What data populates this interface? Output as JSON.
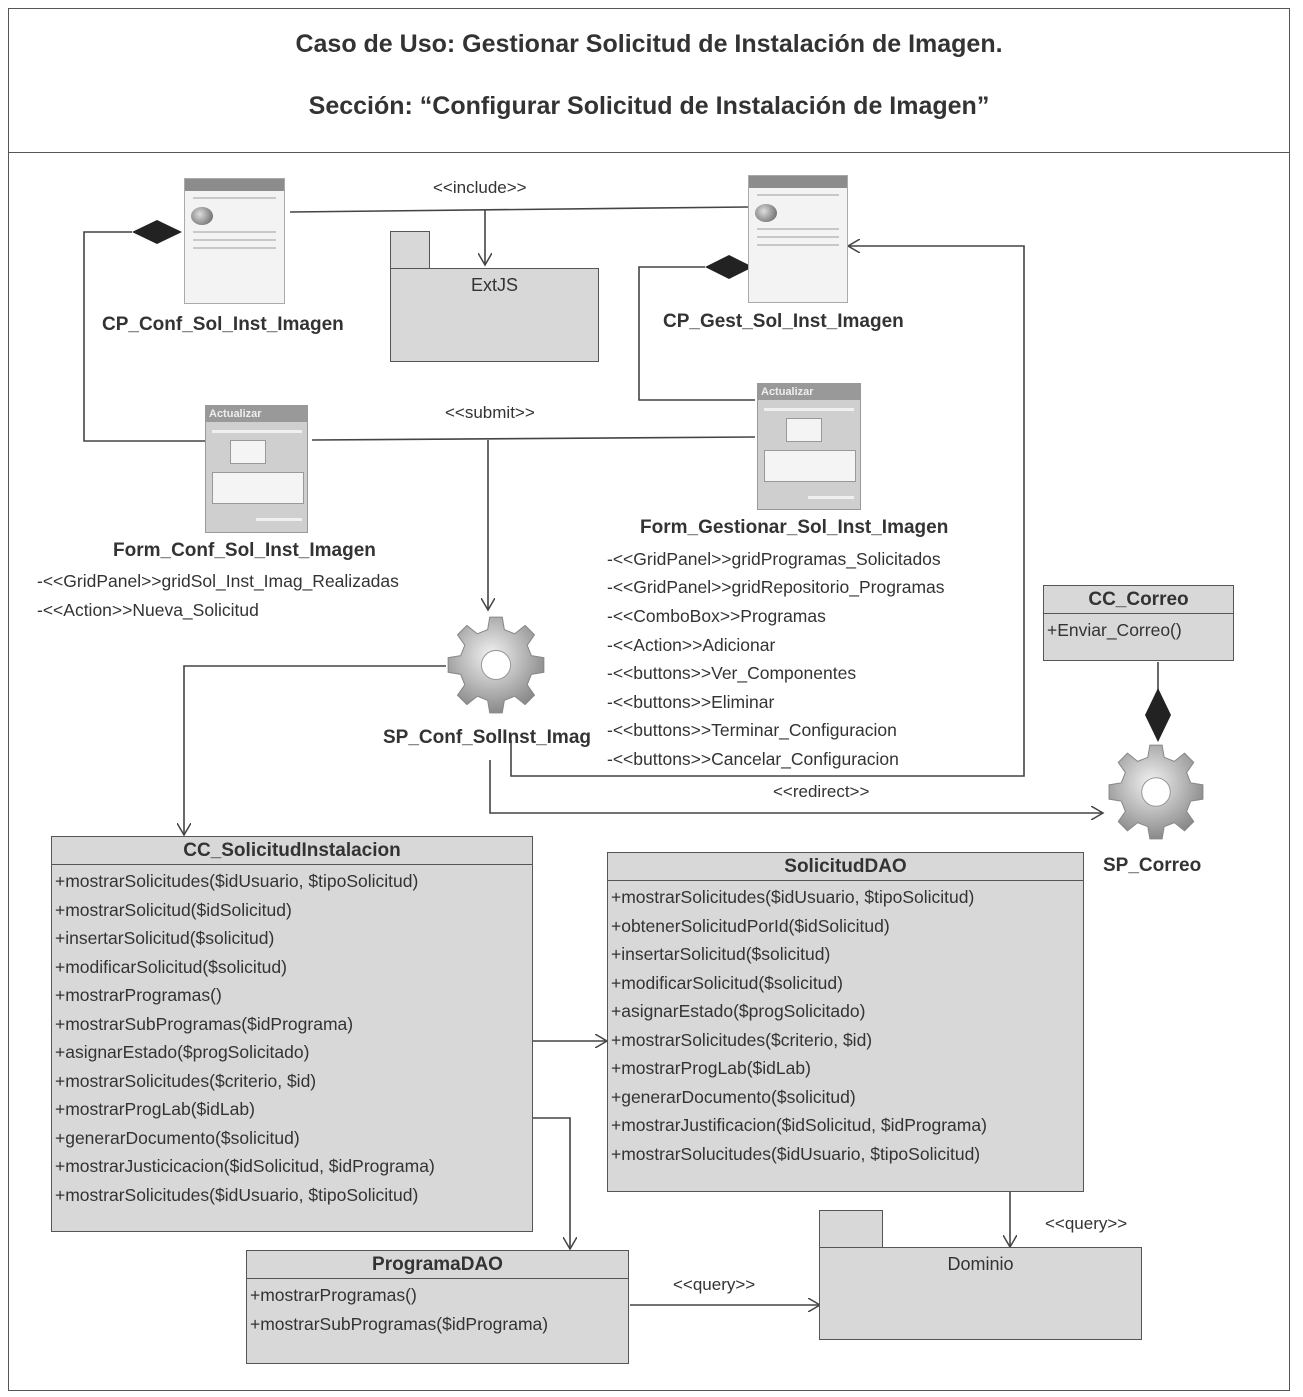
{
  "header": {
    "title": "Caso de Uso: Gestionar Solicitud de Instalación de Imagen.",
    "section": "Sección: “Configurar Solicitud de Instalación de Imagen”"
  },
  "pages": {
    "conf": "CP_Conf_Sol_Inst_Imagen",
    "gest": "CP_Gest_Sol_Inst_Imagen"
  },
  "forms": {
    "conf": {
      "name": "Form_Conf_Sol_Inst_Imagen",
      "icon_title": "Actualizar",
      "attributes": [
        "-<<GridPanel>>gridSol_Inst_Imag_Realizadas",
        "-<<Action>>Nueva_Solicitud"
      ]
    },
    "gest": {
      "name": "Form_Gestionar_Sol_Inst_Imagen",
      "icon_title": "Actualizar",
      "attributes": [
        "-<<GridPanel>>gridProgramas_Solicitados",
        "-<<GridPanel>>gridRepositorio_Programas",
        "-<<ComboBox>>Programas",
        "-<<Action>>Adicionar",
        "-<<buttons>>Ver_Componentes",
        "-<<buttons>>Eliminar",
        "-<<buttons>>Terminar_Configuracion",
        "-<<buttons>>Cancelar_Configuracion"
      ]
    }
  },
  "packages": {
    "extjs": "ExtJS",
    "dominio": "Dominio"
  },
  "server_pages": {
    "conf": "SP_Conf_SolInst_Imag",
    "correo": "SP_Correo"
  },
  "stereotypes": {
    "include": "<<include>>",
    "submit": "<<submit>>",
    "redirect": "<<redirect>>",
    "query1": "<<query>>",
    "query2": "<<query>>"
  },
  "classes": {
    "cc_correo": {
      "name": "CC_Correo",
      "ops": [
        "+Enviar_Correo()"
      ]
    },
    "cc_solicitud": {
      "name": "CC_SolicitudInstalacion",
      "ops": [
        "+mostrarSolicitudes($idUsuario, $tipoSolicitud)",
        "+mostrarSolicitud($idSolicitud)",
        "+insertarSolicitud($solicitud)",
        "+modificarSolicitud($solicitud)",
        "+mostrarProgramas()",
        "+mostrarSubProgramas($idPrograma)",
        "+asignarEstado($progSolicitado)",
        "+mostrarSolicitudes($criterio, $id)",
        "+mostrarProgLab($idLab)",
        "+generarDocumento($solicitud)",
        "+mostrarJusticicacion($idSolicitud, $idPrograma)",
        "+mostrarSolicitudes($idUsuario, $tipoSolicitud)"
      ]
    },
    "solicitud_dao": {
      "name": "SolicitudDAO",
      "ops": [
        "+mostrarSolicitudes($idUsuario, $tipoSolicitud)",
        "+obtenerSolicitudPorId($idSolicitud)",
        "+insertarSolicitud($solicitud)",
        "+modificarSolicitud($solicitud)",
        "+asignarEstado($progSolicitado)",
        "+mostrarSolicitudes($criterio, $id)",
        "+mostrarProgLab($idLab)",
        "+generarDocumento($solicitud)",
        "+mostrarJustificacion($idSolicitud, $idPrograma)",
        "+mostrarSolucitudes($idUsuario, $tipoSolicitud)"
      ]
    },
    "programa_dao": {
      "name": "ProgramaDAO",
      "ops": [
        "+mostrarProgramas()",
        "+mostrarSubProgramas($idPrograma)"
      ]
    }
  },
  "colors": {
    "class_fill": "#d8d8d8",
    "line": "#444444"
  }
}
